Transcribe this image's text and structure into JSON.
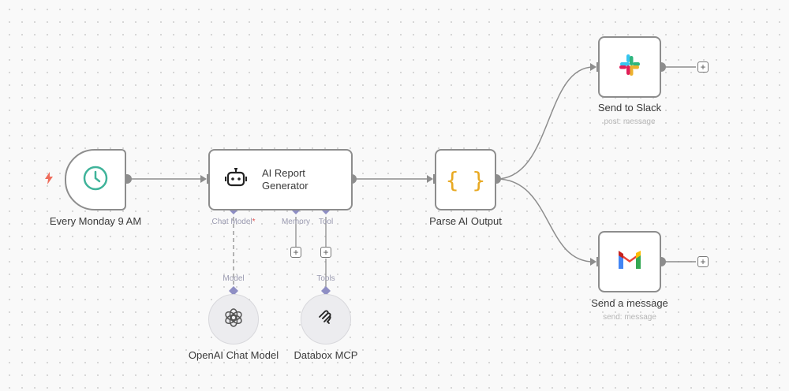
{
  "workflow": {
    "trigger": {
      "name": "Every Monday 9 AM",
      "icon": "clock-icon",
      "trigger_icon": "bolt-icon"
    },
    "agent": {
      "name": "AI Report Generator",
      "name_line1": "AI Report",
      "name_line2": "Generator",
      "icon": "robot-icon",
      "ports": {
        "chat_model": "Chat Model",
        "required_marker": "*",
        "memory": "Memory",
        "tool": "Tool"
      }
    },
    "parser": {
      "name": "Parse AI Output",
      "icon": "braces-icon"
    },
    "slack": {
      "name": "Send to Slack",
      "subtitle": "post: message",
      "icon": "slack-icon"
    },
    "gmail": {
      "name": "Send a message",
      "subtitle": "send: message",
      "icon": "gmail-icon"
    },
    "chat_model": {
      "name": "OpenAI Chat Model",
      "port_label": "Model",
      "icon": "openai-icon"
    },
    "mcp": {
      "name": "Databox MCP",
      "port_label": "Tools",
      "icon": "mcp-icon"
    },
    "add_symbol": "+"
  },
  "colors": {
    "trigger_icon": "#3fb39a",
    "braces": "#e8a922",
    "port": "#8e8ec4",
    "bolt": "#ee6b5a"
  }
}
